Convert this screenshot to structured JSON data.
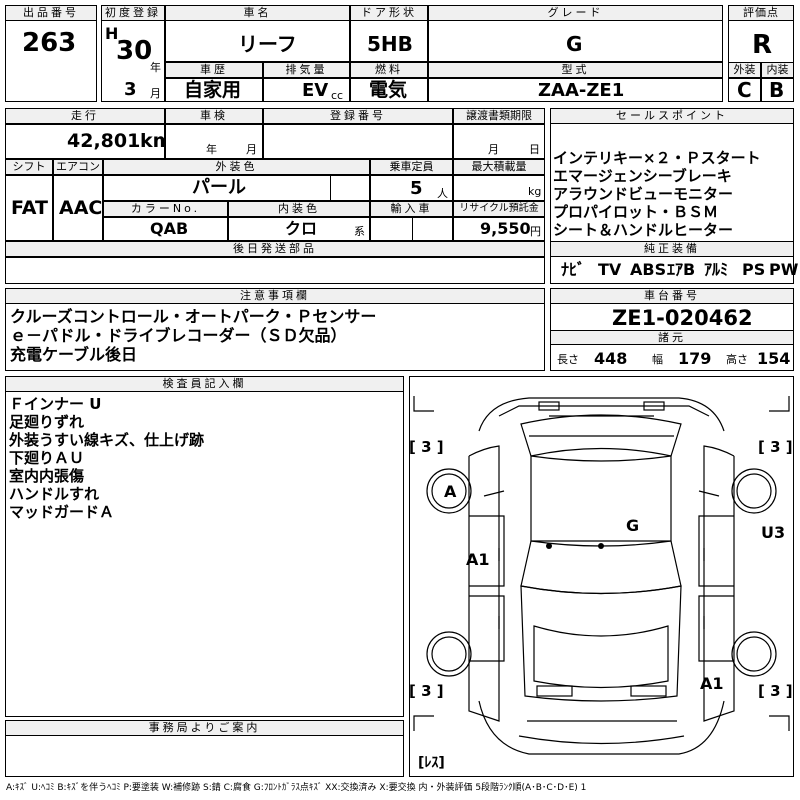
{
  "header": {
    "lot_label": "出品番号",
    "lot": "263",
    "first_reg_label": "初度登録",
    "era": "H",
    "year": "30",
    "year_unit": "年",
    "month": "3",
    "month_unit": "月",
    "car_name_label": "車名",
    "car_name": "リーフ",
    "door_label": "ドア形状",
    "door": "5HB",
    "grade_label": "グレード",
    "grade": "G",
    "score_label": "評価点",
    "score": "R",
    "history_label": "車歴",
    "history": "自家用",
    "displacement_label": "排気量",
    "displacement": "EV",
    "displacement_unit": "cc",
    "fuel_label": "燃料",
    "fuel": "電気",
    "model_label": "型式",
    "model": "ZAA-ZE1",
    "exterior_label": "外装",
    "exterior": "C",
    "interior_label": "内装",
    "interior": "B"
  },
  "row2": {
    "mileage_label": "走行",
    "mileage": "42,801",
    "mileage_unit": "km",
    "inspection_label": "車検",
    "inspection_year_unit": "年",
    "inspection_month_unit": "月",
    "reg_no_label": "登録番号",
    "transfer_label": "譲渡書類期限",
    "transfer_month_unit": "月",
    "transfer_day_unit": "日",
    "shift_label": "シフト",
    "shift": "FAT",
    "ac_label": "エアコン",
    "ac": "AAC",
    "ext_color_label": "外装色",
    "ext_color": "パール",
    "capacity_label": "乗車定員",
    "capacity": "5",
    "capacity_unit": "人",
    "max_load_label": "最大積載量",
    "max_load_unit": "kg",
    "color_no_label": "カラーNo.",
    "color_no": "QAB",
    "int_color_label": "内装色",
    "int_color": "クロ",
    "int_color_suffix": "系",
    "import_label": "輸入車",
    "recycle_label": "リサイクル預託金",
    "recycle": "9,550",
    "recycle_unit": "円",
    "later_parts_label": "後日発送部品"
  },
  "sales_points": {
    "label": "セールスポイント",
    "items": [
      "インテリキー×２・Ｐスタート",
      "エマージェンシーブレーキ",
      "アラウンドビューモニター",
      "プロパイロット・ＢＳＭ",
      "シート＆ハンドルヒーター"
    ]
  },
  "standard_equipment": {
    "label": "純正装備",
    "items": [
      "ﾅﾋﾞ",
      "TV",
      "ABS",
      "ｴｱB",
      "ｱﾙﾐ",
      "PS",
      "PW"
    ]
  },
  "notes": {
    "label": "注意事項欄",
    "lines": [
      "クルーズコントロール・オートパーク・Ｐセンサー",
      "ｅ－パドル・ドライブレコーダー（ＳＤ欠品）",
      "充電ケーブル後日"
    ]
  },
  "chassis": {
    "label": "車台番号",
    "value": "ZE1-020462"
  },
  "specs": {
    "label": "諸元",
    "length_label": "長さ",
    "length": "448",
    "width_label": "幅",
    "width": "179",
    "height_label": "高さ",
    "height": "154"
  },
  "inspector": {
    "label": "検査員記入欄",
    "lines": [
      "Ｆインナー U",
      "足廻りずれ",
      "外装うすい線キズ、仕上げ跡",
      "下廻りＡＵ",
      "室内内張傷",
      "ハンドルすれ",
      "マッドガードＡ"
    ]
  },
  "office": {
    "label": "事務局よりご案内"
  },
  "diagram": {
    "marks": {
      "front_left_tire": "A",
      "front_right_door": "A1",
      "roof": "G",
      "right_side": "U3",
      "rear_right": "A1"
    },
    "tire_depths": [
      "[ 3 ]",
      "[ 3 ]",
      "[ 3 ]",
      "[ 3 ]"
    ],
    "spare": "[ﾚｽ]"
  },
  "legend": "A:ｷｽﾞ U:ﾍｺﾐ B:ｷｽﾞを伴うﾍｺﾐ P:要塗装 W:補修跡 S:錆 C:腐食 G:ﾌﾛﾝﾄｶﾞﾗｽ点ｷｽﾞ XX:交換済み X:要交換 内・外装評価 5段階ﾗﾝｸ順(A･B･C･D･E) 1"
}
